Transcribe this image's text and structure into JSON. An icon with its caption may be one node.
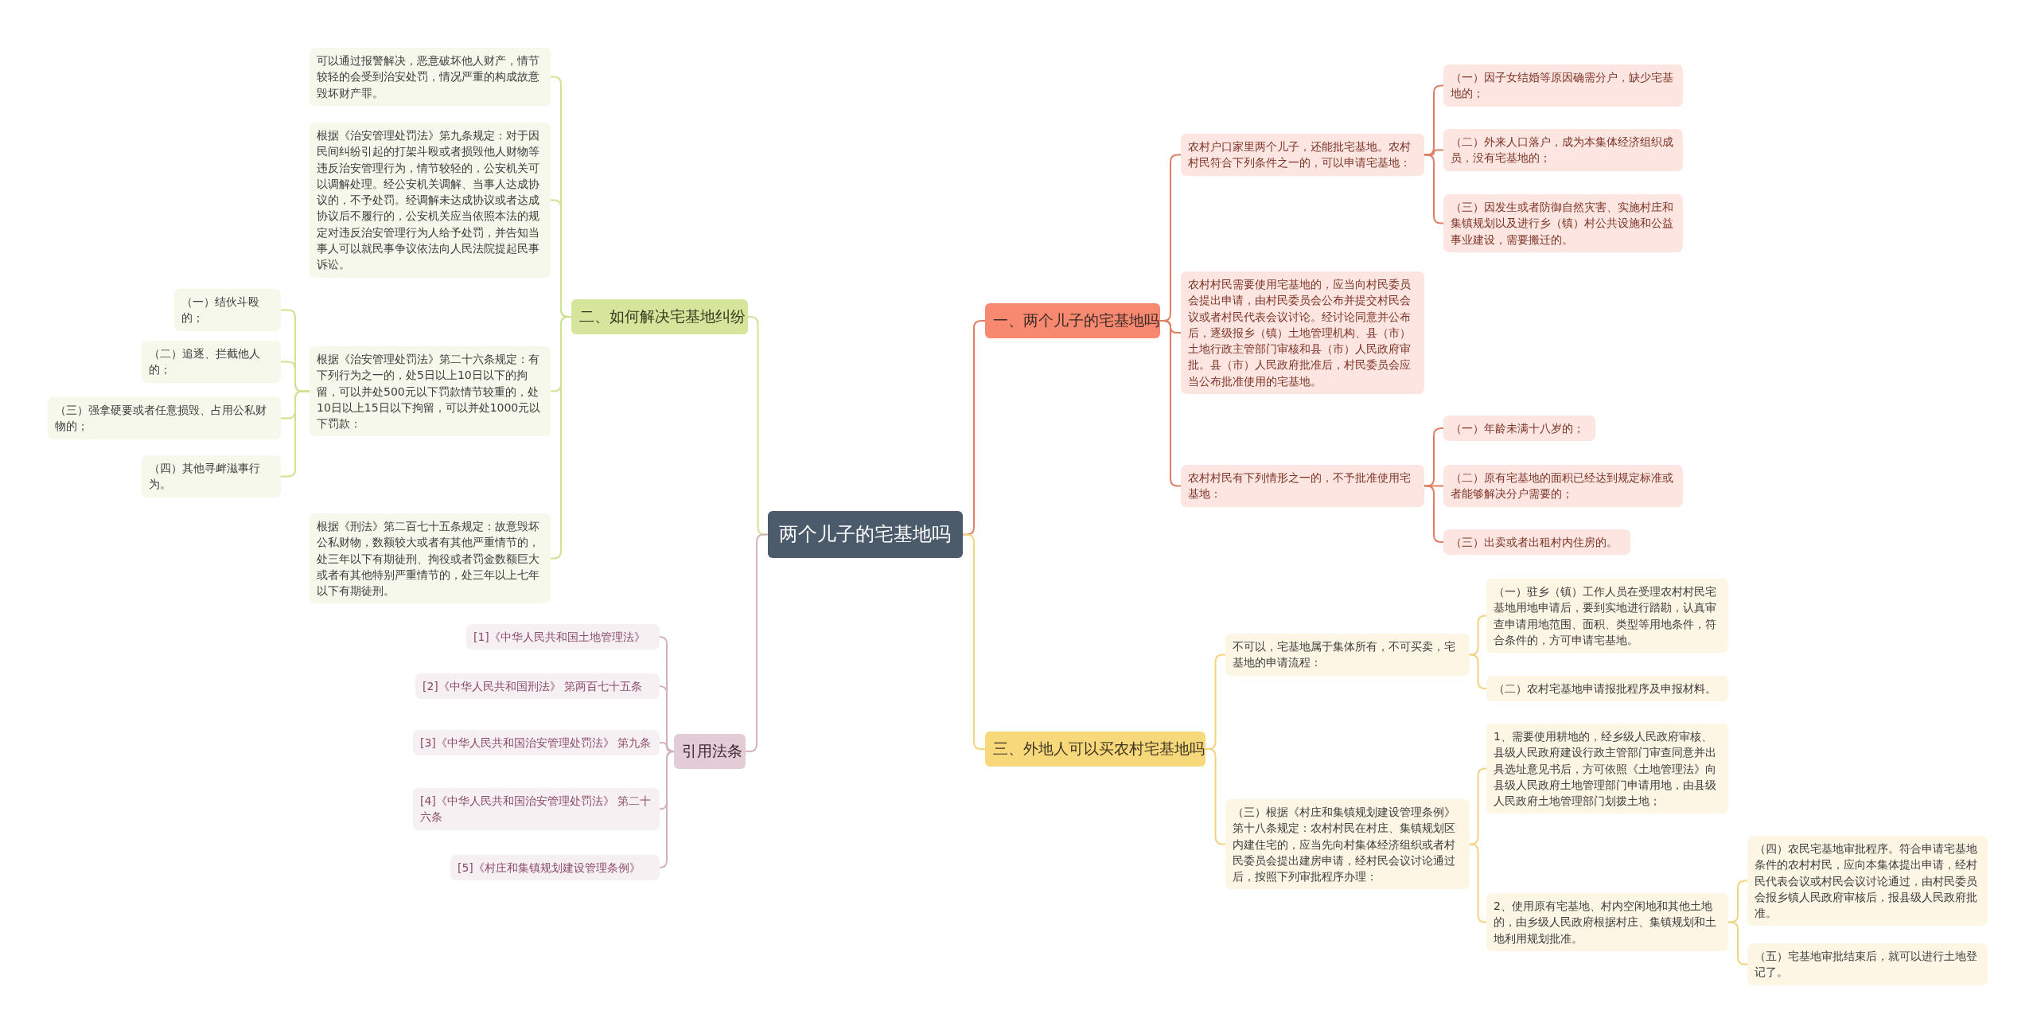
{
  "diagram": {
    "nodes": [
      {
        "text": [
          "两个儿子的宅基地吗"
        ]
      },
      {
        "text": [
          "一、两个儿子的宅基地吗"
        ]
      },
      {
        "text": [
          "农村户口家里两个儿子，还能批宅基地。农村村民符合下列条件之一的，可以申请宅基地："
        ]
      },
      {
        "text": [
          "（一）因子女结婚等原因确需分户，缺少宅基地的；"
        ]
      },
      {
        "text": [
          "（二）外来人口落户，成为本集体经济组织成员，没有宅基地的；"
        ]
      },
      {
        "text": [
          "（三）因发生或者防御自然灾害、实施村庄和集镇规划以及进行乡（镇）村公共设施和公益事业建设，需要搬迁的。"
        ]
      },
      {
        "text": [
          "农村村民需要使用宅基地的，应当向村民委员会提出申请，由村民委员会公布并提交村民会议或者村民代表会议讨论。经讨论同意并公布后，逐级报乡（镇）土地管理机构、县（市）土地行政主管部门审核和县（市）人民政府审批。县（市）人民政府批准后，村民委员会应当公布批准使用的宅基地。"
        ]
      },
      {
        "text": [
          "农村村民有下列情形之一的，不予批准使用宅基地："
        ]
      },
      {
        "text": [
          "（一）年龄未满十八岁的；"
        ]
      },
      {
        "text": [
          "（二）原有宅基地的面积已经达到规定标准或者能够解决分户需要的；"
        ]
      },
      {
        "text": [
          "（三）出卖或者出租村内住房的。"
        ]
      },
      {
        "text": [
          "三、外地人可以买农村宅基地吗"
        ]
      },
      {
        "text": [
          "不可以，宅基地属于集体所有，不可买卖，宅基地的申请流程："
        ]
      },
      {
        "text": [
          "（一）驻乡（镇）工作人员在受理农村村民宅基地用地申请后，要到实地进行踏勘，认真审查申请用地范围、面积、类型等用地条件，符合条件的，方可申请宅基地。"
        ]
      },
      {
        "text": [
          "（二）农村宅基地申请报批程序及申报材料。"
        ]
      },
      {
        "text": [
          "（三）根据《村庄和集镇规划建设管理条例》第十八条规定：农村村民在村庄、集镇规划区内建住宅的，应当先向村集体经济组织或者村民委员会提出建房申请，经村民会议讨论通过后，按照下列审批程序办理："
        ]
      },
      {
        "text": [
          "1、需要使用耕地的，经乡级人民政府审核、县级人民政府建设行政主管部门审查同意并出具选址意见书后，方可依照《土地管理法》向县级人民政府土地管理部门申请用地，由县级人民政府土地管理部门划拨土地；"
        ]
      },
      {
        "text": [
          "2、使用原有宅基地、村内空闲地和其他土地的，由乡级人民政府根据村庄、集镇规划和土地利用规划批准。"
        ]
      },
      {
        "text": [
          "（四）农民宅基地审批程序。符合申请宅基地条件的农村村民，应向本集体提出申请，经村民代表会议或村民会议讨论通过，由村民委员会报乡镇人民政府审核后，报县级人民政府批准。"
        ]
      },
      {
        "text": [
          "（五）宅基地审批结束后，就可以进行土地登记了。"
        ]
      },
      {
        "text": [
          "二、如何解决宅基地纠纷"
        ]
      },
      {
        "text": [
          "可以通过报警解决，恶意破坏他人财产，情节较轻的会受到治安处罚，情况严重的构成故意毁坏财产罪。"
        ]
      },
      {
        "text": [
          "根据《治安管理处罚法》第九条规定：对于因民间纠纷引起的打架斗殴或者损毁他人财物等违反治安管理行为，情节较轻的，公安机关可以调解处理。经公安机关调解、当事人达成协议的，不予处罚。经调解未达成协议或者达成协议后不履行的，公安机关应当依照本法的规定对违反治安管理行为人给予处罚，并告知当事人可以就民事争议依法向人民法院提起民事诉讼。"
        ]
      },
      {
        "text": [
          "根据《治安管理处罚法》第二十六条规定：有下列行为之一的，处5日以上10日以下的拘留，可以并处500元以下罚款情节较重的，处10日以上15日以下拘留，可以并处1000元以下罚款："
        ]
      },
      {
        "text": [
          "（一）结伙斗殴的；"
        ]
      },
      {
        "text": [
          "（二）追逐、拦截他人的；"
        ]
      },
      {
        "text": [
          "（三）强拿硬要或者任意损毁、占用公私财物的；"
        ]
      },
      {
        "text": [
          "（四）其他寻衅滋事行为。"
        ]
      },
      {
        "text": [
          "根据《刑法》第二百七十五条规定：故意毁坏公私财物，数额较大或者有其他严重情节的，处三年以下有期徒刑、拘役或者罚金数额巨大或者有其他特别严重情节的，处三年以上七年以下有期徒刑。"
        ]
      },
      {
        "text": [
          "引用法条"
        ]
      },
      {
        "text": [
          "[1]《中华人民共和国土地管理法》"
        ]
      },
      {
        "text": [
          "[2]《中华人民共和国刑法》 第两百七十五条"
        ]
      },
      {
        "text": [
          "[3]《中华人民共和国治安管理处罚法》 第九条"
        ]
      },
      {
        "text": [
          "[4]《中华人民共和国治安管理处罚法》 第二十六条"
        ]
      },
      {
        "text": [
          "[5]《村庄和集镇规划建设管理条例》"
        ]
      }
    ],
    "edges": [
      {
        "from": 0,
        "to": 1,
        "arrow": "none"
      },
      {
        "from": 1,
        "to": 2,
        "arrow": "none"
      },
      {
        "from": 2,
        "to": 3,
        "arrow": "none"
      },
      {
        "from": 2,
        "to": 4,
        "arrow": "none"
      },
      {
        "from": 2,
        "to": 5,
        "arrow": "none"
      },
      {
        "from": 1,
        "to": 6,
        "arrow": "none"
      },
      {
        "from": 1,
        "to": 7,
        "arrow": "none"
      },
      {
        "from": 7,
        "to": 8,
        "arrow": "none"
      },
      {
        "from": 7,
        "to": 9,
        "arrow": "none"
      },
      {
        "from": 7,
        "to": 10,
        "arrow": "none"
      },
      {
        "from": 0,
        "to": 11,
        "arrow": "none",
        "color": "#f2d47e"
      },
      {
        "from": 11,
        "to": 12,
        "arrow": "none",
        "color": "#f2d47e"
      },
      {
        "from": 12,
        "to": 13,
        "arrow": "none",
        "color": "#f2d47e"
      },
      {
        "from": 12,
        "to": 14,
        "arrow": "none",
        "color": "#f2d47e"
      },
      {
        "from": 11,
        "to": 15,
        "arrow": "none",
        "color": "#f2d47e"
      },
      {
        "from": 15,
        "to": 16,
        "arrow": "none",
        "color": "#f2d47e"
      },
      {
        "from": 15,
        "to": 17,
        "arrow": "none",
        "color": "#f2d47e"
      },
      {
        "from": 17,
        "to": 18,
        "arrow": "none",
        "color": "#f2d47e"
      },
      {
        "from": 17,
        "to": 19,
        "arrow": "none",
        "color": "#f2d47e"
      },
      {
        "from": 0,
        "to": 20,
        "arrow": "none",
        "color": "#cfe28f"
      },
      {
        "from": 20,
        "to": 21,
        "arrow": "none",
        "color": "#cfe28f"
      },
      {
        "from": 20,
        "to": 22,
        "arrow": "none",
        "color": "#cfe28f"
      },
      {
        "from": 20,
        "to": 23,
        "arrow": "none",
        "color": "#cfe28f"
      },
      {
        "from": 23,
        "to": 24,
        "arrow": "none",
        "color": "#cfe28f"
      },
      {
        "from": 23,
        "to": 25,
        "arrow": "none",
        "color": "#cfe28f"
      },
      {
        "from": 23,
        "to": 26,
        "arrow": "none",
        "color": "#cfe28f"
      },
      {
        "from": 23,
        "to": 27,
        "arrow": "none",
        "color": "#cfe28f"
      },
      {
        "from": 20,
        "to": 28,
        "arrow": "none",
        "color": "#cfe28f"
      },
      {
        "from": 0,
        "to": 29,
        "arrow": "none",
        "color": "#d4b2c0"
      },
      {
        "from": 29,
        "to": 30,
        "arrow": "none",
        "color": "#d4b2c0"
      },
      {
        "from": 29,
        "to": 31,
        "arrow": "none",
        "color": "#d4b2c0"
      },
      {
        "from": 29,
        "to": 32,
        "arrow": "none",
        "color": "#d4b2c0"
      },
      {
        "from": 29,
        "to": 33,
        "arrow": "none",
        "color": "#d4b2c0"
      },
      {
        "from": 29,
        "to": 34,
        "arrow": "none",
        "color": "#d4b2c0"
      }
    ]
  }
}
